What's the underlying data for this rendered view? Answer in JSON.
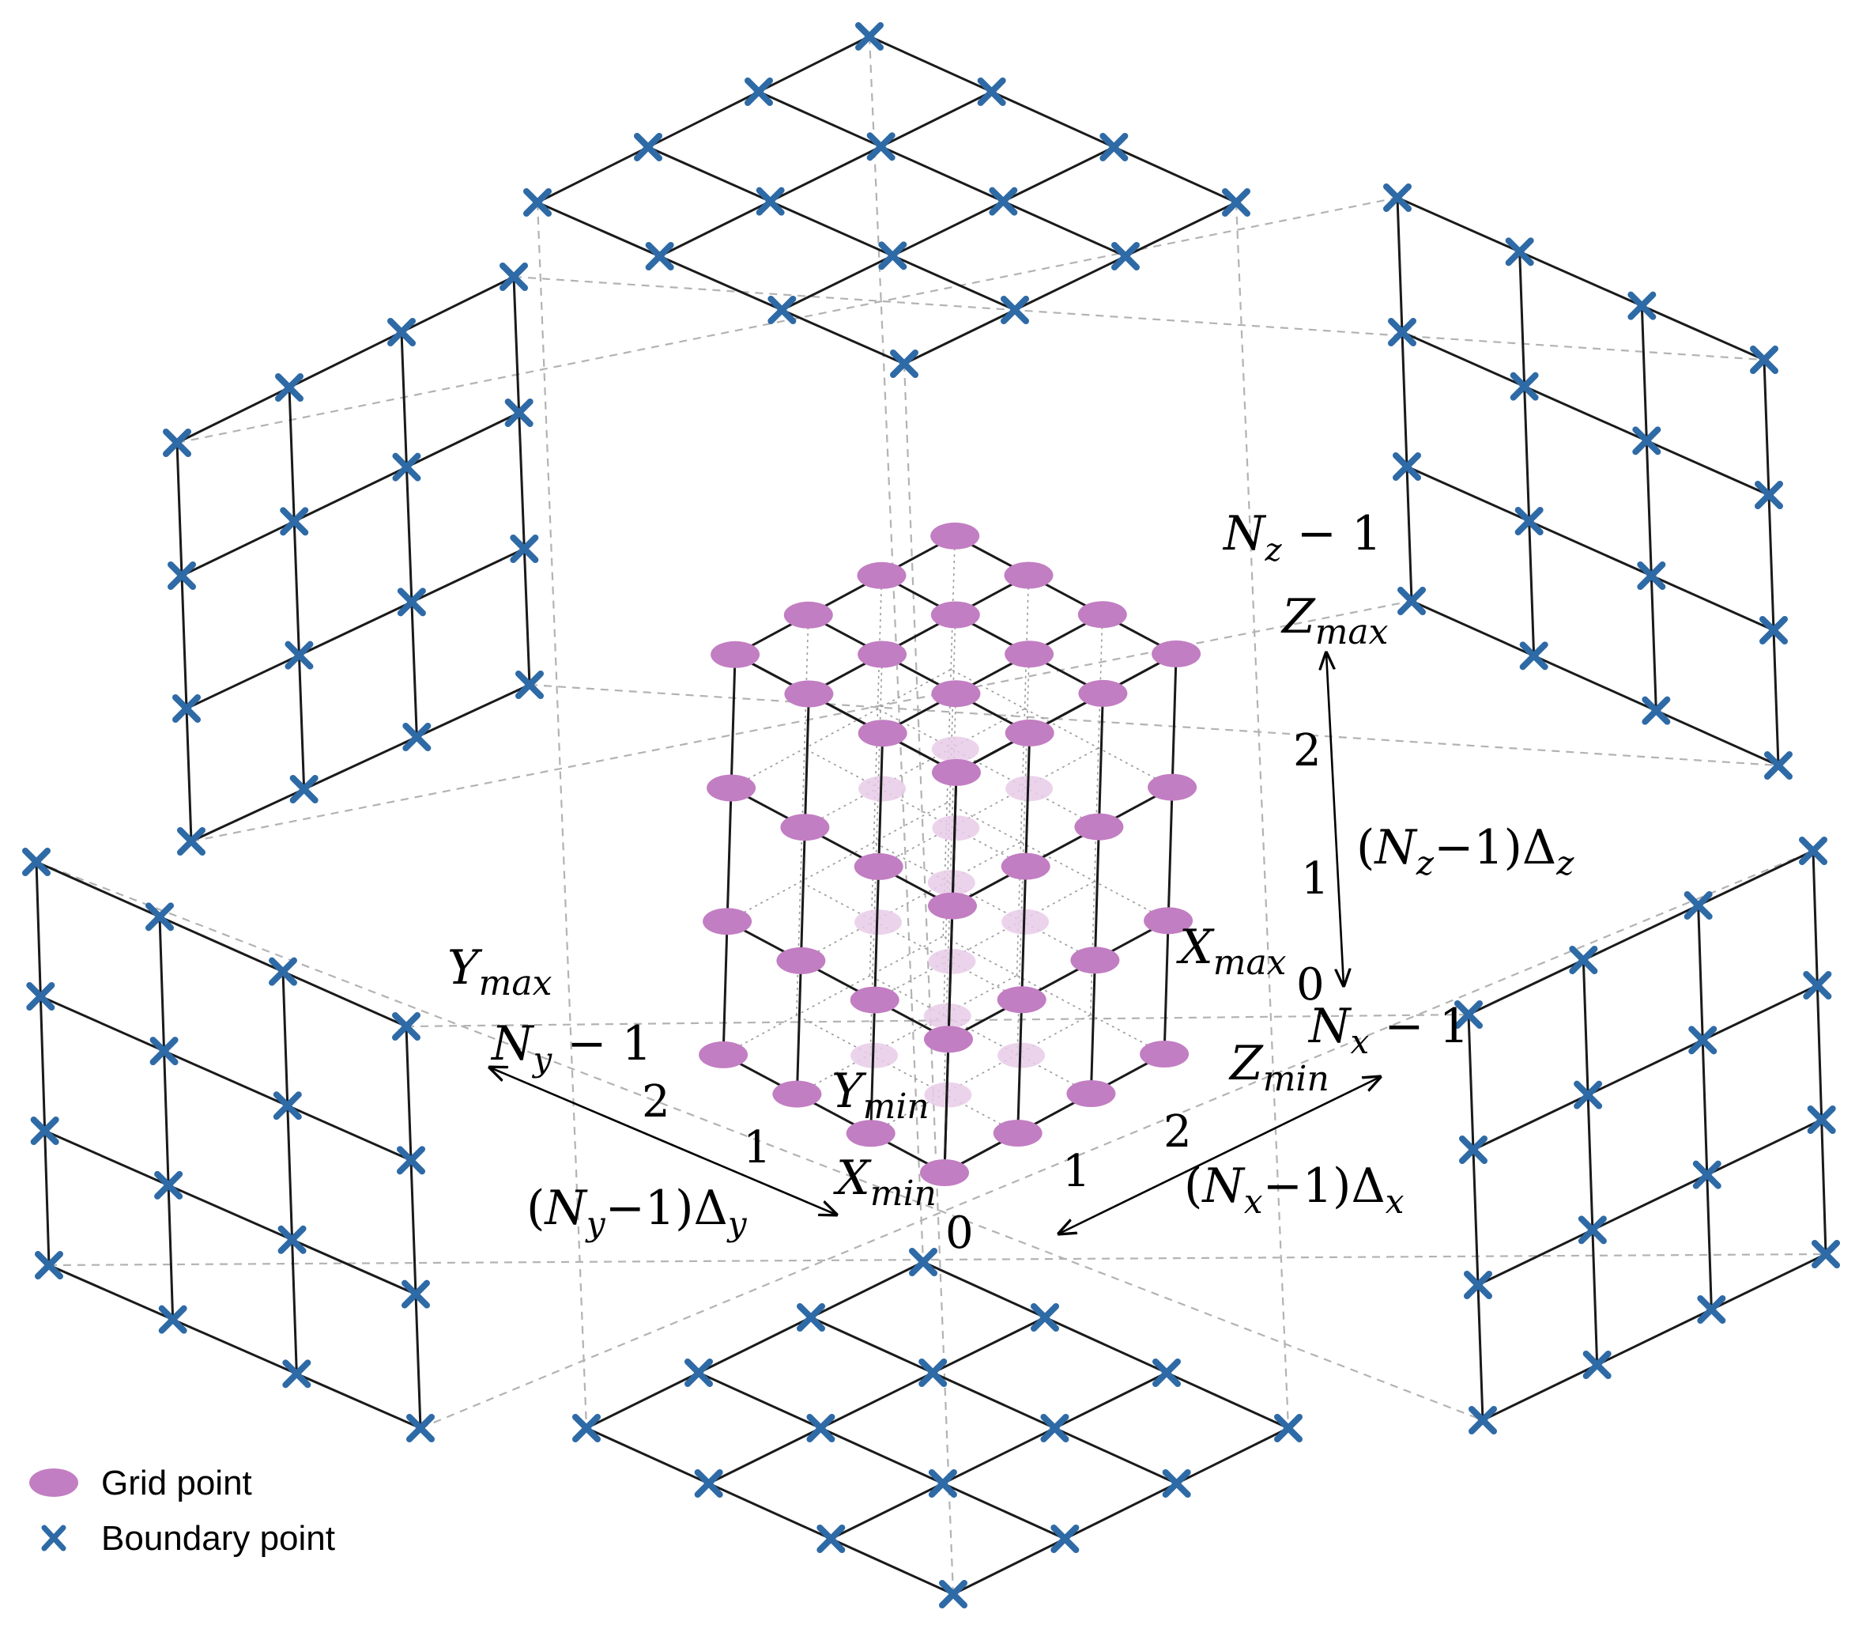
{
  "colors": {
    "grid_point": "#C27EC2",
    "grid_point_faded": "#E7CDE7",
    "boundary_point": "#2E6AA6",
    "line": "#1a1a1a",
    "dashed": "#b3b3b3",
    "dotted": "#9a9a9a"
  },
  "icons": {
    "grid_point": "ellipse",
    "boundary_point": "x-cross"
  },
  "labels": {
    "nz_minus_1": "N_z − 1",
    "zmax": "Z_max",
    "z_tick_2": "2",
    "z_tick_1": "1",
    "z_tick_0": "0",
    "z_extent": "(N_z−1)Δ_z",
    "xmax": "X_max",
    "nx_minus_1": "N_x − 1",
    "zmin": "Z_min",
    "x_tick_2": "2",
    "x_tick_1": "1",
    "x_extent": "(N_x−1)Δ_x",
    "ymax": "Y_max",
    "ny_minus_1": "N_y − 1",
    "y_tick_2": "2",
    "y_tick_1": "1",
    "ymin": "Y_min",
    "y_extent": "(N_y−1)Δ_y",
    "xmin": "X_min",
    "origin": "0"
  },
  "legend": {
    "grid_point": "Grid point",
    "boundary_point": "Boundary point"
  }
}
